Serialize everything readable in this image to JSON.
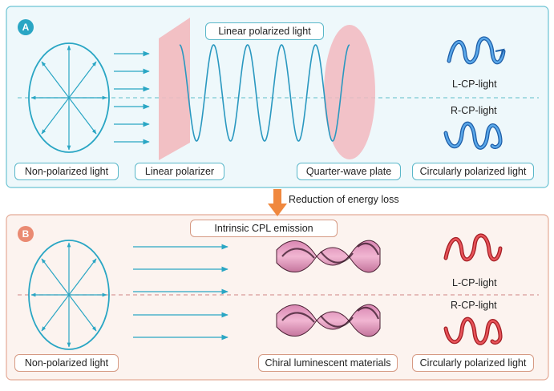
{
  "panel_a": {
    "badge": "A",
    "title": "Linear polarized light",
    "labels": {
      "source": "Non-polarized light",
      "polarizer": "Linear polarizer",
      "plate": "Quarter-wave plate",
      "output": "Circularly polarized light",
      "lcp": "L-CP-light",
      "rcp": "R-CP-light"
    }
  },
  "transition": {
    "text": "Reduction of energy loss"
  },
  "panel_b": {
    "badge": "B",
    "title": "Intrinsic CPL emission",
    "labels": {
      "source": "Non-polarized light",
      "material": "Chiral luminescent materials",
      "output": "Circularly polarized light",
      "lcp": "L-CP-light",
      "rcp": "R-CP-light"
    }
  },
  "colors": {
    "panel_a_border": "#6cc3d3",
    "panel_a_fill": "#eef8fb",
    "panel_b_border": "#e4aa96",
    "panel_b_fill": "#fcf3ef",
    "teal": "#2aa6c4",
    "blue_helix": "#2e7fd0",
    "red_helix": "#d5343a",
    "pink": "#f2b9be",
    "orange_arrow": "#f0883e",
    "chiral_pink": "#e28fb7"
  }
}
